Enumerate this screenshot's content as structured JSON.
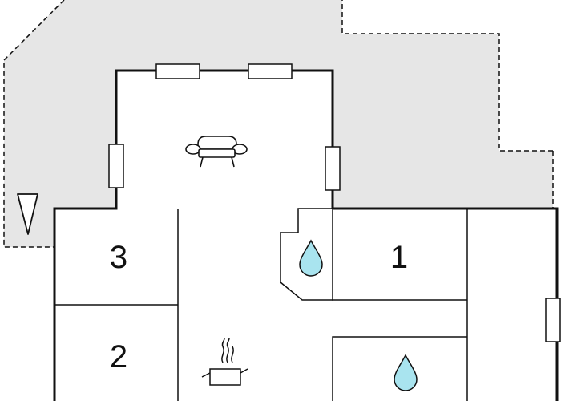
{
  "plan": {
    "title": "",
    "colors": {
      "background": "#ffffff",
      "terrace_fill": "#e6e6e6",
      "wall": "#111111",
      "water_drop": "#a9e4ef"
    },
    "rooms": [
      {
        "id": "room-3",
        "label": "3",
        "kind": "bedroom"
      },
      {
        "id": "room-2",
        "label": "2",
        "kind": "bedroom"
      },
      {
        "id": "room-1",
        "label": "1",
        "kind": "bedroom"
      }
    ],
    "icons": [
      {
        "name": "sofa-icon",
        "meaning": "living-room"
      },
      {
        "name": "cooking-pot-icon",
        "meaning": "kitchen"
      },
      {
        "name": "water-drop-icon",
        "meaning": "bathroom"
      },
      {
        "name": "water-drop-icon",
        "meaning": "bathroom"
      },
      {
        "name": "entrance-triangle-icon",
        "meaning": "entrance"
      }
    ]
  }
}
